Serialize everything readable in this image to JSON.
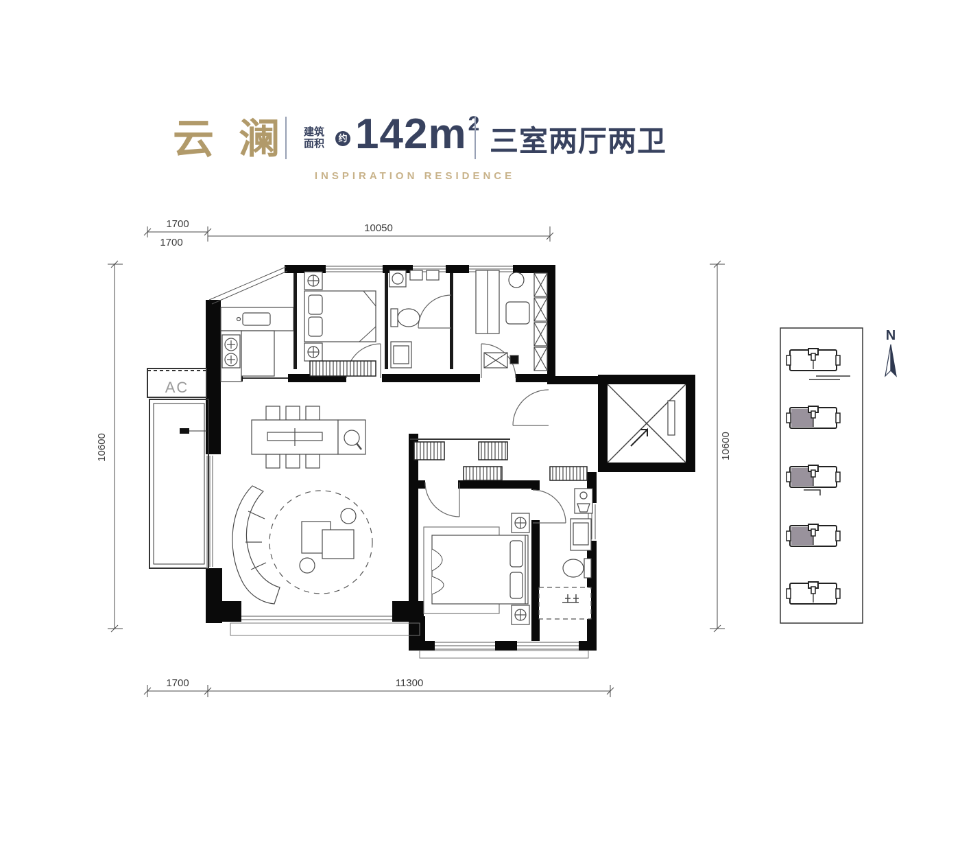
{
  "header": {
    "brand": "云澜",
    "area": {
      "label_line1": "建筑",
      "label_line2": "面积",
      "approx_badge": "约",
      "value": "142m",
      "superscript": "2"
    },
    "layout_summary": "三室两厅两卫",
    "subtitle": "INSPIRATION RESIDENCE"
  },
  "plan": {
    "dimensions": {
      "top_left_a": "1700",
      "top_left_b": "1700",
      "top_main": "10050",
      "left_side": "10600",
      "right_side": "10600",
      "bottom_left": "1700",
      "bottom_main": "11300"
    },
    "labels": {
      "ac_platform": "AC"
    }
  },
  "compass": {
    "north_label": "N"
  },
  "keyplan": {
    "buildings": [
      {
        "shaded": false
      },
      {
        "shaded": true
      },
      {
        "shaded": true
      },
      {
        "shaded": true
      },
      {
        "shaded": false
      }
    ]
  },
  "colors": {
    "brand_gold": "#b19a6a",
    "subtitle_gold": "#c8b289",
    "navy": "#38425f",
    "wall_black": "#0a0a0a",
    "keyplan_shade": "#99929c"
  }
}
